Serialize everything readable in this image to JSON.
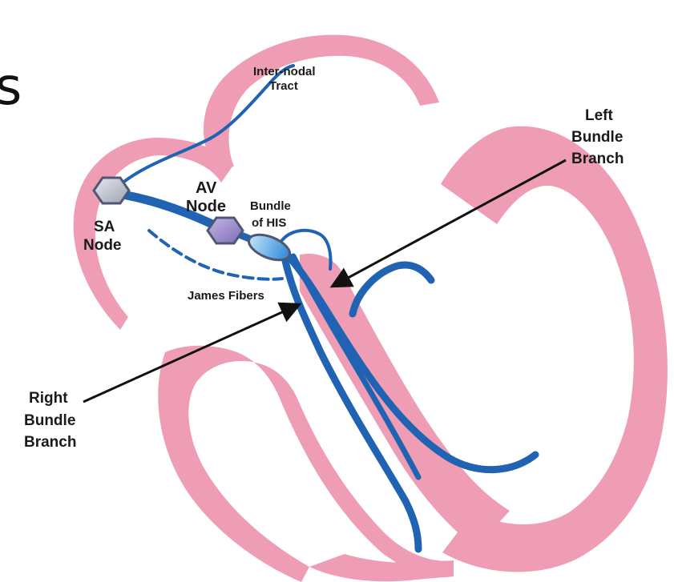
{
  "slide_fragment": "s",
  "labels": {
    "internodal_line1": "Inter-nodal",
    "internodal_line2": "Tract",
    "sa_line1": "SA",
    "sa_line2": "Node",
    "av_line1": "AV",
    "av_line2": "Node",
    "his_line1": "Bundle",
    "his_line2": "of HIS",
    "james": "James Fibers",
    "left_line1": "Left",
    "left_line2": "Bundle",
    "left_line3": "Branch",
    "right_line1": "Right",
    "right_line2": "Bundle",
    "right_line3": "Branch"
  },
  "colors": {
    "heart_pink": "#EE9DB5",
    "conduction_blue": "#1F63B2",
    "node_fill": "#B7B9C6",
    "node_stroke": "#4F5872",
    "av_fill": "#9C8CC7",
    "his_fill": "#4FA3E0",
    "arrow": "#111111"
  }
}
